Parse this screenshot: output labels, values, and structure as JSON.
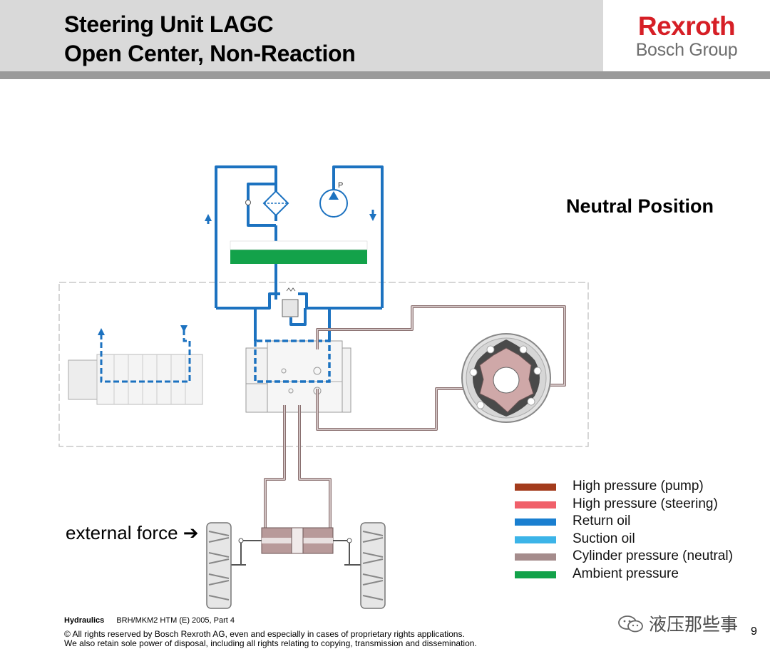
{
  "header": {
    "title_line1": "Steering Unit LAGC",
    "title_line2": "Open Center, Non-Reaction",
    "brand_name": "Rexroth",
    "brand_sub": "Bosch Group"
  },
  "diagram": {
    "position_label": "Neutral Position",
    "pump_label": "P",
    "external_force_label": "external force",
    "arrow_glyph": "➔"
  },
  "legend": [
    {
      "label": "High pressure (pump)",
      "color": "#a33b1c"
    },
    {
      "label": "High pressure (steering)",
      "color": "#f0606a"
    },
    {
      "label": "Return oil",
      "color": "#1a7fd0"
    },
    {
      "label": "Suction oil",
      "color": "#3cb4e8"
    },
    {
      "label": "Cylinder pressure (neutral)",
      "color": "#a58c8c"
    },
    {
      "label": "Ambient pressure",
      "color": "#13a24a"
    }
  ],
  "footer": {
    "section": "Hydraulics",
    "ref": "BRH/MKM2  HTM (E) 2005, Part 4",
    "rights_line1": "© All rights reserved by Bosch Rexroth AG, even and especially in cases of proprietary rights applications.",
    "rights_line2": "We also retain sole power of disposal, including all rights relating to copying, transmission and dissemination.",
    "page_number": "9"
  },
  "watermark": {
    "text": "液压那些事",
    "icon": "wechat-icon"
  },
  "colors": {
    "return_line": "#1c72c0",
    "cylinder_line": "#8a7070",
    "ambient_tank": "#13a24a",
    "brand_red": "#d61f26"
  }
}
